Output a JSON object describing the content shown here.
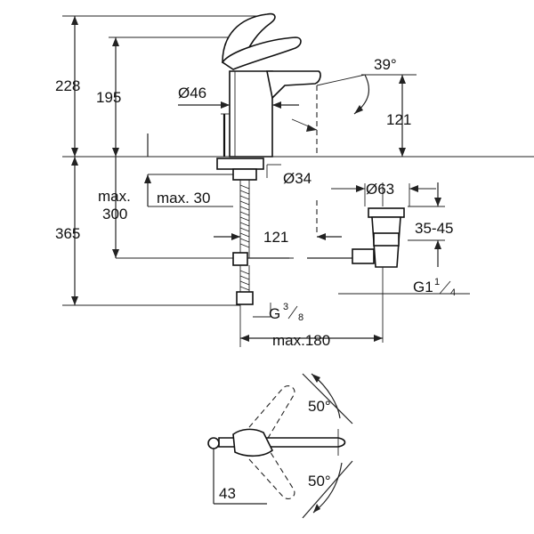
{
  "dimensions": {
    "overall_height": "228",
    "spout_height": "195",
    "body_diameter": "Ø46",
    "spout_angle": "39°",
    "spout_reach": "121",
    "hole_diameter": "Ø34",
    "max_hose_label": "max.",
    "max_hose_value": "300",
    "max_deck": "max. 30",
    "below_height": "365",
    "waste_diameter": "Ø63",
    "waste_range": "35-45",
    "center_distance": "121",
    "waste_thread_main": "G1",
    "waste_thread_num": "1",
    "waste_thread_den": "4",
    "supply_thread_main": "G",
    "supply_thread_num": "3",
    "supply_thread_den": "8",
    "max_width": "max.180",
    "lever_angle_top": "50°",
    "lever_angle_bottom": "50°",
    "lever_offset": "43"
  }
}
